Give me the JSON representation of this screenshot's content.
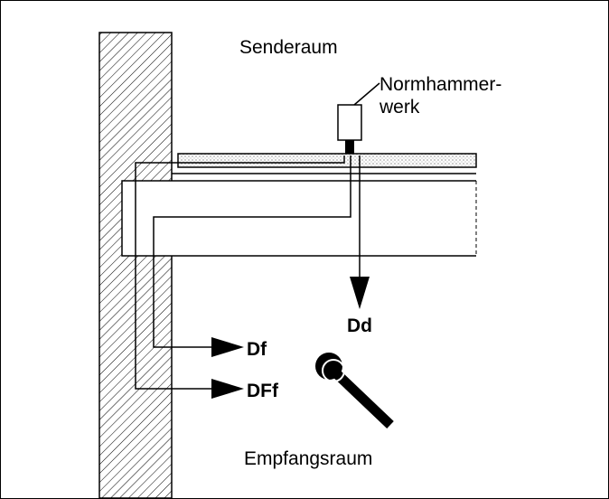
{
  "labels": {
    "sending_room": "Senderaum",
    "receiving_room": "Empfangsraum",
    "tapping_machine_line1": "Normhammer-",
    "tapping_machine_line2": "werk",
    "path_direct": "Dd",
    "path_flanking": "Df",
    "path_double_flanking": "DFf"
  },
  "icons": {
    "source": "tapping-machine-icon",
    "receiver": "microphone-icon"
  },
  "colors": {
    "line": "#000000",
    "background": "#ffffff",
    "screed_fill": "#d8d8d8"
  }
}
